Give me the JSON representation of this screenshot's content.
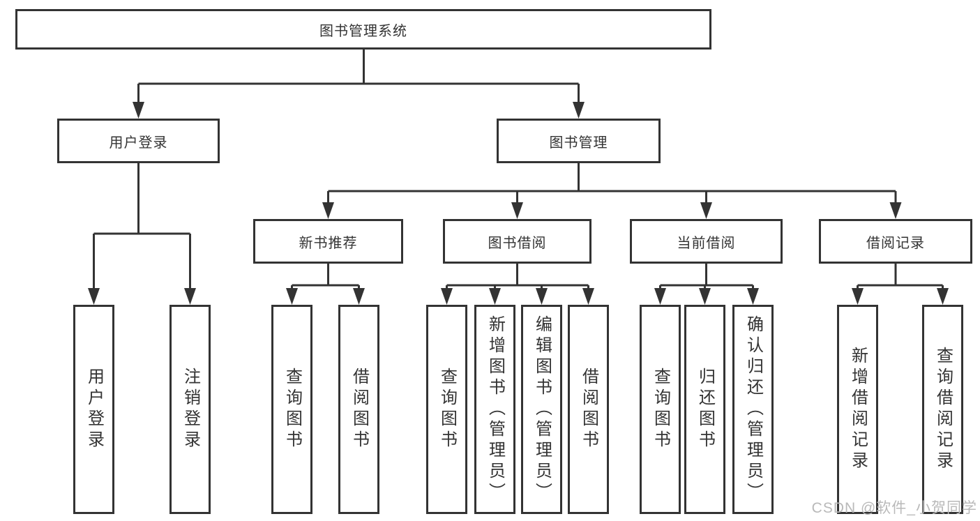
{
  "diagram": {
    "root": {
      "label": "图书管理系统"
    },
    "level2": [
      {
        "label": "用户登录"
      },
      {
        "label": "图书管理"
      }
    ],
    "level3": [
      {
        "label": "新书推荐",
        "parent": "图书管理"
      },
      {
        "label": "图书借阅",
        "parent": "图书管理"
      },
      {
        "label": "当前借阅",
        "parent": "图书管理"
      },
      {
        "label": "借阅记录",
        "parent": "图书管理"
      }
    ],
    "leaves": [
      {
        "label": "用户登录",
        "parent": "用户登录"
      },
      {
        "label": "注销登录",
        "parent": "用户登录"
      },
      {
        "label": "查询图书",
        "parent": "新书推荐"
      },
      {
        "label": "借阅图书",
        "parent": "新书推荐"
      },
      {
        "label": "查询图书",
        "parent": "图书借阅"
      },
      {
        "label": "新增图书（管理员）",
        "parent": "图书借阅"
      },
      {
        "label": "编辑图书（管理员）",
        "parent": "图书借阅"
      },
      {
        "label": "借阅图书",
        "parent": "图书借阅"
      },
      {
        "label": "查询图书",
        "parent": "当前借阅"
      },
      {
        "label": "归还图书",
        "parent": "当前借阅"
      },
      {
        "label": "确认归还（管理员）",
        "parent": "当前借阅"
      },
      {
        "label": "新增借阅记录",
        "parent": "借阅记录"
      },
      {
        "label": "查询借阅记录",
        "parent": "借阅记录"
      }
    ],
    "colors": {
      "line": "#333333",
      "box_border": "#333333",
      "text": "#333333",
      "background": "#ffffff",
      "watermark": "#b9b9b9"
    }
  },
  "watermark": {
    "text": "CSDN @软件_小贺同学"
  }
}
